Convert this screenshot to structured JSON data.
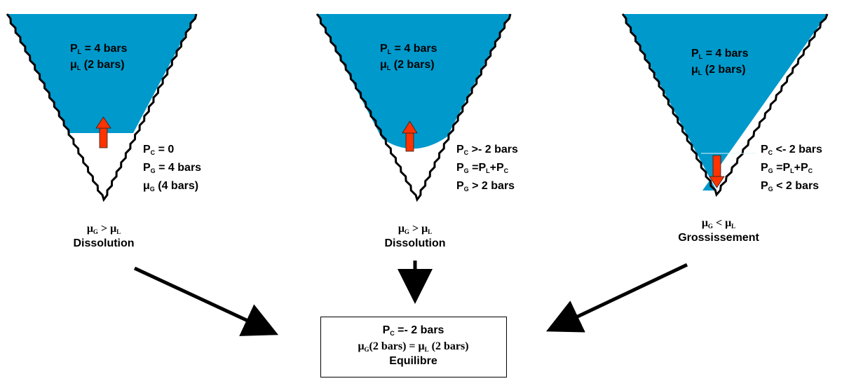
{
  "colors": {
    "liquid": "#0099cc",
    "arrow": "#ff3300",
    "outline": "#000000"
  },
  "cones": [
    {
      "liquid_P": "4 bars",
      "liquid_mu": "(2 bars)",
      "pc_lines": [
        {
          "sym": "P",
          "sub": "C",
          "text": " = 0"
        },
        {
          "sym": "P",
          "sub": "G",
          "text": " = 4 bars"
        },
        {
          "sym": "μ",
          "sub": "G",
          "text": " (4 bars)"
        }
      ],
      "relation": {
        "left": "μ",
        "left_sub": "G",
        "op": " > ",
        "right": "μ",
        "right_sub": "L"
      },
      "process": "Dissolution"
    },
    {
      "liquid_P": "4 bars",
      "liquid_mu": "(2 bars)",
      "pc_lines": [
        {
          "sym": "P",
          "sub": "C",
          "text": " >- 2 bars"
        },
        {
          "sym": "P",
          "sub": "G",
          "text": " =P",
          "sub2": "L",
          "text2": "+P",
          "sub3": "C"
        },
        {
          "sym": "P",
          "sub": "G",
          "text": " > 2 bars"
        }
      ],
      "relation": {
        "left": "μ",
        "left_sub": "G",
        "op": " > ",
        "right": "μ",
        "right_sub": "L"
      },
      "process": "Dissolution"
    },
    {
      "liquid_P": "4 bars",
      "liquid_mu": "(2 bars)",
      "pc_lines": [
        {
          "sym": "P",
          "sub": "C",
          "text": " <- 2 bars"
        },
        {
          "sym": "P",
          "sub": "G",
          "text": " =P",
          "sub2": "L",
          "text2": "+P",
          "sub3": "C"
        },
        {
          "sym": "P",
          "sub": "G",
          "text": " < 2 bars"
        }
      ],
      "relation": {
        "left": "μ",
        "left_sub": "G",
        "op": " < ",
        "right": "μ",
        "right_sub": "L"
      },
      "process": "Grossissement"
    }
  ],
  "equilibrium": {
    "line1_text": " =- 2 bars",
    "line2_part1": "(2 bars) = ",
    "line2_part2": " (2 bars)",
    "title": "Equilibre"
  }
}
